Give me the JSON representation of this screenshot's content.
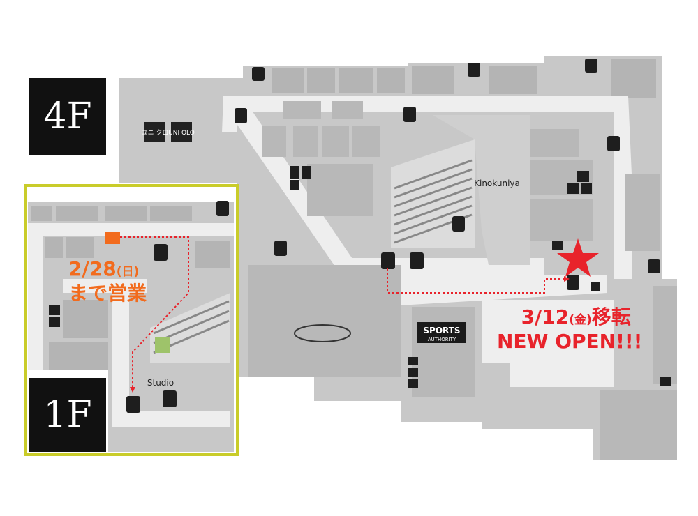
{
  "floors": {
    "upper_label": "4F",
    "lower_label": "1F"
  },
  "notices": {
    "old_location_line1": "2/28",
    "old_location_day": "(日)",
    "old_location_line2": "まで営業",
    "new_location_line1": "3/12",
    "new_location_day": "(金)",
    "new_location_suffix": "移転",
    "new_location_line2": "NEW OPEN!!!"
  },
  "store_marks": {
    "uniqlo_katakana": "ユニ クロ",
    "uniqlo_latin": "UNI QLO",
    "sports_line1": "SPORTS",
    "sports_line2": "AUTHORITY",
    "kinokuniya": "Kinokuniya",
    "studio": "Studio"
  },
  "colors": {
    "notice_orange": "#f26b1d",
    "notice_red": "#e8232b",
    "inset_border": "#c9cc2a",
    "floor_gray": "#c8c8c8",
    "corridor": "#ececec",
    "shop_gray": "#a9a9a9"
  }
}
